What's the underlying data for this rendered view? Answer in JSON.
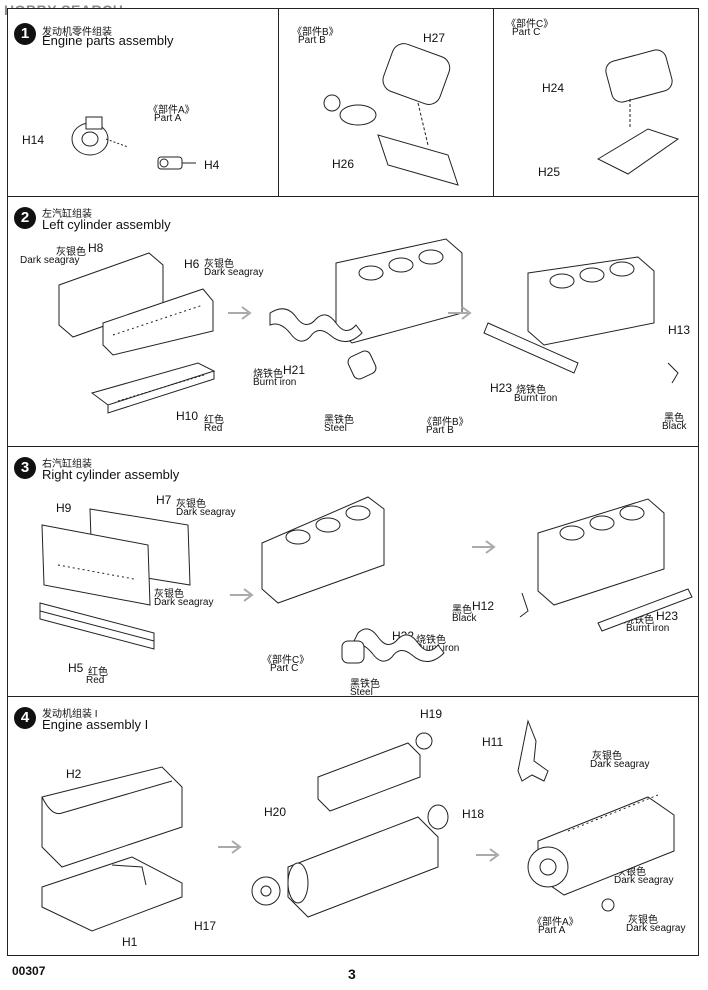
{
  "watermark": "HOBBY SEARCH",
  "steps": [
    {
      "number": "1",
      "title_cn": "发动机零件组装",
      "title_en": "Engine parts assembly"
    },
    {
      "number": "2",
      "title_cn": "左汽缸组装",
      "title_en": "Left cylinder assembly"
    },
    {
      "number": "3",
      "title_cn": "右汽缸组装",
      "title_en": "Right cylinder assembly"
    },
    {
      "number": "4",
      "title_cn": "发动机组装 I",
      "title_en": "Engine assembly I"
    }
  ],
  "step1": {
    "partA_cn": "《部件A》",
    "partA_en": "Part  A",
    "partB_cn": "《部件B》",
    "partB_en": "Part  B",
    "partC_cn": "《部件C》",
    "partC_en": "Part  C",
    "h14": "H14",
    "h4": "H4",
    "h27": "H27",
    "h26": "H26",
    "h24": "H24",
    "h25": "H25"
  },
  "step2": {
    "h8_color_cn": "灰银色",
    "h8": "H8",
    "h8_color_en": "Dark seagray",
    "h6": "H6",
    "h6_color_cn": "灰银色",
    "h6_color_en": "Dark seagray",
    "h21_color_cn": "烧铁色",
    "h21": "H21",
    "h21_color_en": "Burnt iron",
    "h10": "H10",
    "h10_color_cn": "红色",
    "h10_color_en": "Red",
    "steel_cn": "黑铁色",
    "steel_en": "Steel",
    "partB_cn": "《部件B》",
    "partB_en": "Part  B",
    "h13": "H13",
    "h23": "H23",
    "h23_color_cn": "烧铁色",
    "h23_color_en": "Burnt iron",
    "black_cn": "黑色",
    "black_en": "Black"
  },
  "step3": {
    "h9": "H9",
    "h7": "H7",
    "h7_color_cn": "灰银色",
    "h7_color_en": "Dark seagray",
    "mid_color_cn": "灰银色",
    "mid_color_en": "Dark seagray",
    "h5": "H5",
    "h5_color_cn": "红色",
    "h5_color_en": "Red",
    "partC_cn": "《部件C》",
    "partC_en": "Part  C",
    "steel_cn": "黑铁色",
    "steel_en": "Steel",
    "h22": "H22",
    "h22_color_cn": "烧铁色",
    "h22_color_en": "Burnt iron",
    "black_cn": "黑色",
    "h12": "H12",
    "black_en": "Black",
    "h23_color_cn": "烧铁色",
    "h23": "H23",
    "h23_color_en": "Burnt iron"
  },
  "step4": {
    "h2": "H2",
    "h1": "H1",
    "h19": "H19",
    "h20": "H20",
    "h18": "H18",
    "h17": "H17",
    "h11": "H11",
    "c1_cn": "灰银色",
    "c1_en": "Dark seagray",
    "c2_cn": "灰银色",
    "c2_en": "Dark seagray",
    "partA_cn": "《部件A》",
    "partA_en": "Part  A",
    "c3_cn": "灰银色",
    "c3_en": "Dark seagray"
  },
  "footer": {
    "code": "00307",
    "page": "3"
  }
}
